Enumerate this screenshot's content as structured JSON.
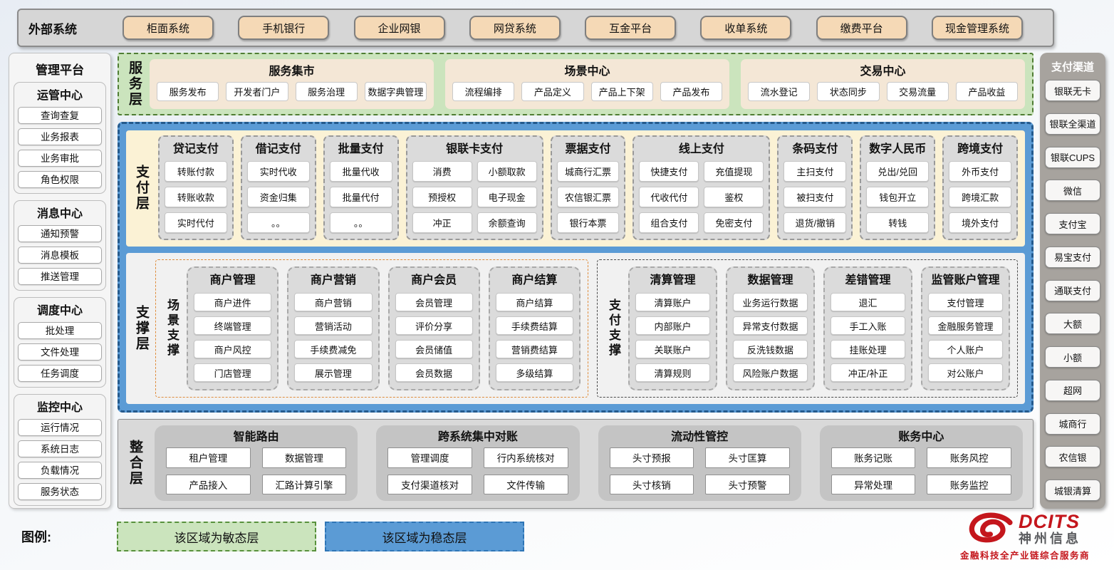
{
  "external_systems": {
    "label": "外部系统",
    "items": [
      "柜面系统",
      "手机银行",
      "企业网银",
      "网贷系统",
      "互金平台",
      "收单系统",
      "缴费平台",
      "现金管理系统"
    ]
  },
  "management_platform": {
    "title": "管理平台",
    "sections": [
      {
        "title": "运管中心",
        "items": [
          "查询查复",
          "业务报表",
          "业务审批",
          "角色权限"
        ]
      },
      {
        "title": "消息中心",
        "items": [
          "通知预警",
          "消息模板",
          "推送管理"
        ]
      },
      {
        "title": "调度中心",
        "items": [
          "批处理",
          "文件处理",
          "任务调度"
        ]
      },
      {
        "title": "监控中心",
        "items": [
          "运行情况",
          "系统日志",
          "负载情况",
          "服务状态"
        ]
      }
    ]
  },
  "service_layer": {
    "label": "服务层",
    "groups": [
      {
        "title": "服务集市",
        "items": [
          "服务发布",
          "开发者门户",
          "服务治理",
          "数据字典管理"
        ]
      },
      {
        "title": "场景中心",
        "items": [
          "流程编排",
          "产品定义",
          "产品上下架",
          "产品发布"
        ]
      },
      {
        "title": "交易中心",
        "items": [
          "流水登记",
          "状态同步",
          "交易流量",
          "产品收益"
        ]
      }
    ]
  },
  "payment_layer": {
    "label": "支付层",
    "groups": [
      {
        "title": "贷记支付",
        "cols": 1,
        "items": [
          "转账付款",
          "转账收款",
          "实时代付"
        ]
      },
      {
        "title": "借记支付",
        "cols": 1,
        "items": [
          "实时代收",
          "资金归集",
          "。。"
        ]
      },
      {
        "title": "批量支付",
        "cols": 1,
        "items": [
          "批量代收",
          "批量代付",
          "。。"
        ]
      },
      {
        "title": "银联卡支付",
        "cols": 2,
        "items": [
          "消费",
          "小额取款",
          "预授权",
          "电子现金",
          "冲正",
          "余额查询"
        ]
      },
      {
        "title": "票据支付",
        "cols": 1,
        "items": [
          "城商行汇票",
          "农信银汇票",
          "银行本票"
        ]
      },
      {
        "title": "线上支付",
        "cols": 2,
        "items": [
          "快捷支付",
          "充值提现",
          "代收代付",
          "鉴权",
          "组合支付",
          "免密支付"
        ]
      },
      {
        "title": "条码支付",
        "cols": 1,
        "items": [
          "主扫支付",
          "被扫支付",
          "退货/撤销"
        ]
      },
      {
        "title": "数字人民币",
        "cols": 1,
        "items": [
          "兑出/兑回",
          "钱包开立",
          "转钱"
        ]
      },
      {
        "title": "跨境支付",
        "cols": 1,
        "items": [
          "外币支付",
          "跨境汇款",
          "境外支付"
        ]
      }
    ]
  },
  "support_layer": {
    "label": "支撑层",
    "zones": [
      {
        "label": "场景支撑",
        "theme": "orange",
        "groups": [
          {
            "title": "商户管理",
            "items": [
              "商户进件",
              "终端管理",
              "商户风控",
              "门店管理"
            ]
          },
          {
            "title": "商户营销",
            "items": [
              "商户营销",
              "营销活动",
              "手续费减免",
              "展示管理"
            ]
          },
          {
            "title": "商户会员",
            "items": [
              "会员管理",
              "评价分享",
              "会员储值",
              "会员数据"
            ]
          },
          {
            "title": "商户结算",
            "items": [
              "商户结算",
              "手续费结算",
              "营销费结算",
              "多级结算"
            ]
          }
        ]
      },
      {
        "label": "支付支撑",
        "theme": "dark",
        "groups": [
          {
            "title": "清算管理",
            "items": [
              "清算账户",
              "内部账户",
              "关联账户",
              "清算规则"
            ]
          },
          {
            "title": "数据管理",
            "items": [
              "业务运行数据",
              "异常支付数据",
              "反洗钱数据",
              "风险账户数据"
            ]
          },
          {
            "title": "差错管理",
            "items": [
              "退汇",
              "手工入账",
              "挂账处理",
              "冲正/补正"
            ]
          },
          {
            "title": "监管账户管理",
            "items": [
              "支付管理",
              "金融服务管理",
              "个人账户",
              "对公账户"
            ]
          }
        ]
      }
    ]
  },
  "integration_layer": {
    "label": "整合层",
    "groups": [
      {
        "title": "智能路由",
        "items": [
          "租户管理",
          "数据管理",
          "产品接入",
          "汇路计算引擎"
        ]
      },
      {
        "title": "跨系统集中对账",
        "items": [
          "管理调度",
          "行内系统核对",
          "支付渠道核对",
          "文件传输"
        ]
      },
      {
        "title": "流动性管控",
        "items": [
          "头寸预报",
          "头寸匡算",
          "头寸核销",
          "头寸预警"
        ]
      },
      {
        "title": "账务中心",
        "items": [
          "账务记账",
          "账务风控",
          "异常处理",
          "账务监控"
        ]
      }
    ]
  },
  "payment_channels": {
    "title": "支付渠道",
    "items": [
      "银联无卡",
      "银联全渠道",
      "银联CUPS",
      "微信",
      "支付宝",
      "易宝支付",
      "通联支付",
      "大额",
      "小额",
      "超网",
      "城商行",
      "农信银",
      "城银清算"
    ]
  },
  "legend": {
    "label": "图例:",
    "agile": "该区域为敏态层",
    "stable": "该区域为稳态层"
  },
  "logo": {
    "brand": "DCITS",
    "company": "神州信息",
    "tagline": "金融科技全产业链综合服务商"
  },
  "colors": {
    "agile_green": "#CBE4BD",
    "stable_blue": "#5B9BD5",
    "accent_tan": "#F5D9B6",
    "brand_red": "#C4161C"
  }
}
